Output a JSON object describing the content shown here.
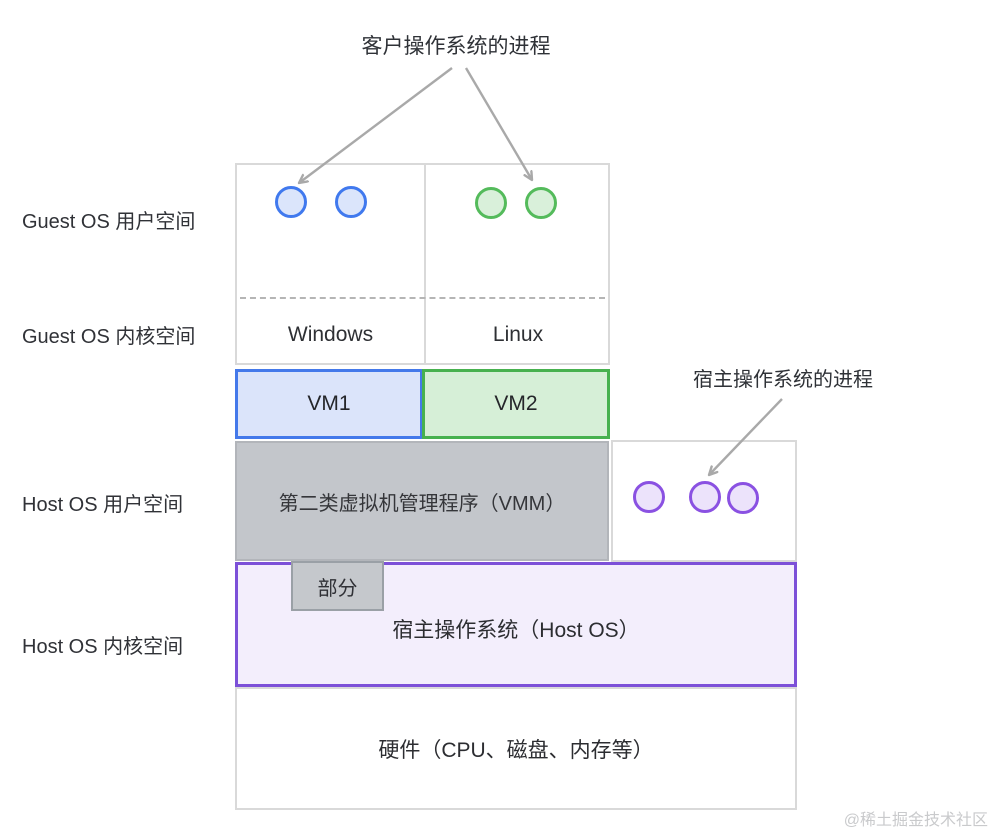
{
  "labels": {
    "guest_processes": "客户操作系统的进程",
    "host_processes": "宿主操作系统的进程",
    "guest_user_space": "Guest OS 用户空间",
    "guest_kernel_space": "Guest OS 内核空间",
    "host_user_space": "Host OS 用户空间",
    "host_kernel_space": "Host OS 内核空间"
  },
  "boxes": {
    "windows": "Windows",
    "linux": "Linux",
    "vm1": "VM1",
    "vm2": "VM2",
    "vmm": "第二类虚拟机管理程序（VMM）",
    "partial": "部分",
    "host_os": "宿主操作系统（Host OS）",
    "hardware": "硬件（CPU、磁盘、内存等）"
  },
  "watermark": "@稀土掘金技术社区",
  "colors": {
    "vm1_border": "#4479ea",
    "vm1_fill": "#dbe4fa",
    "vm2_border": "#47b14f",
    "vm2_fill": "#d6efd7",
    "guest_process_blue_border": "#4079ee",
    "guest_process_blue_fill": "#dbe5fb",
    "guest_process_green_border": "#54bb5b",
    "guest_process_green_fill": "#d9f0da",
    "host_process_purple_border": "#8a51e2",
    "host_process_purple_fill": "#ece3fb",
    "vmm_fill": "#c3c6cb",
    "host_os_border": "#7c50d8",
    "host_os_fill": "#f3eefc",
    "outline_gray": "#d9d9d9",
    "arrow_gray": "#a9a9a9"
  }
}
